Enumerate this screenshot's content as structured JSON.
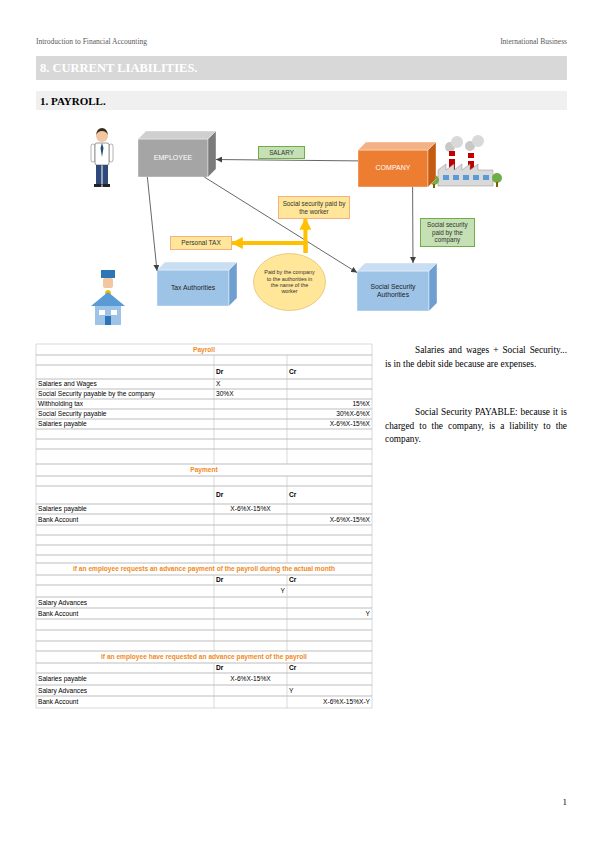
{
  "diagram": {
    "title": "8. CURRENT LIABILITIES.",
    "nodes": [
      {
        "text": [
          "EMPLOYEE"
        ]
      },
      {
        "text": [
          "COMPANY"
        ]
      },
      {
        "text": [
          "Social security paid by the worker"
        ]
      },
      {
        "text": [
          "Personal TAX"
        ]
      },
      {
        "text": [
          "Paid by the company to the authorities in the name of the worker"
        ]
      },
      {
        "text": [
          "Tax Authorities"
        ]
      },
      {
        "text": [
          "Social Security Authorities"
        ]
      }
    ],
    "edges": [
      {
        "from": 1,
        "to": 0,
        "arrow": "to",
        "label": "SALARY"
      },
      {
        "from": 0,
        "to": 5,
        "arrow": "to"
      },
      {
        "from": 0,
        "to": 6,
        "arrow": "to"
      },
      {
        "from": 1,
        "to": 6,
        "arrow": "to",
        "label": "Social security paid by the company"
      },
      {
        "from": 4,
        "to": 2,
        "arrow": "to"
      },
      {
        "from": 4,
        "to": 3,
        "arrow": "to"
      }
    ],
    "labels": [
      "Introduction to Financial Accounting",
      "International Business",
      "1. PAYROLL.",
      "Payroll",
      "Dr",
      "Cr",
      "Salaries and Wages",
      "X",
      "Social Security payable by the company",
      "30%X",
      "Withholding tax",
      "15%X",
      "Social Security payable",
      "30%X-6%X",
      "Salaries payable",
      "X-6%X-15%X",
      "Payment",
      "Dr",
      "Cr",
      "Salaries payable",
      "X-6%X-15%X",
      "Bank Account",
      "X-6%X-15%X",
      "if an employee requests an advance payment of the payroll during the actual month",
      "Dr",
      "Cr",
      "Y",
      "Salary Advances",
      "Bank Account",
      "Y",
      "if an employee have requested an advance payment of the payroll",
      "Dr",
      "Cr",
      "Salaries payable",
      "X-6%X-15%X",
      "Salary Advances",
      "Y",
      "Bank Account",
      "X-6%X-15%X-Y",
      "Salaries and wages + Social Security... is in the debit side because are expenses.",
      "Social Security PAYABLE: because it is charged to the company, is a liability to the company.",
      "1"
    ]
  }
}
